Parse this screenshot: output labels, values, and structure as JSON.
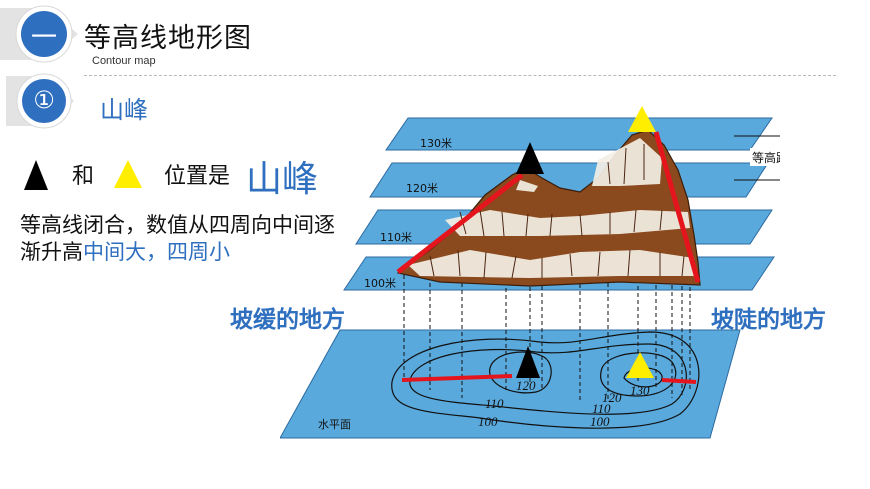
{
  "header": {
    "badge_text": "一",
    "title": "等高线地形图",
    "subtitle": "Contour map"
  },
  "section": {
    "badge_text": "①",
    "title": "山峰"
  },
  "body": {
    "and_text": "和",
    "position_text": "位置是",
    "peak_text": "山峰",
    "paragraph_lead": "等高线闭合，数值从四周向中间逐渐升高",
    "paragraph_highlight": "中间大，四周小"
  },
  "figure": {
    "label_gentle": "坡缓的地方",
    "label_steep": "坡陡的地方",
    "plane_labels": [
      "130米",
      "120米",
      "110米",
      "100米"
    ],
    "interval_label": "等高距",
    "base_label": "水平面",
    "contour_labels": [
      "120",
      "130",
      "110",
      "120",
      "110",
      "100",
      "100"
    ]
  },
  "colors": {
    "accent_blue": "#2f6fbf",
    "plane_blue": "#5aa9dc",
    "slope_red": "#e4151d",
    "peak_yellow": "#ffee00"
  }
}
